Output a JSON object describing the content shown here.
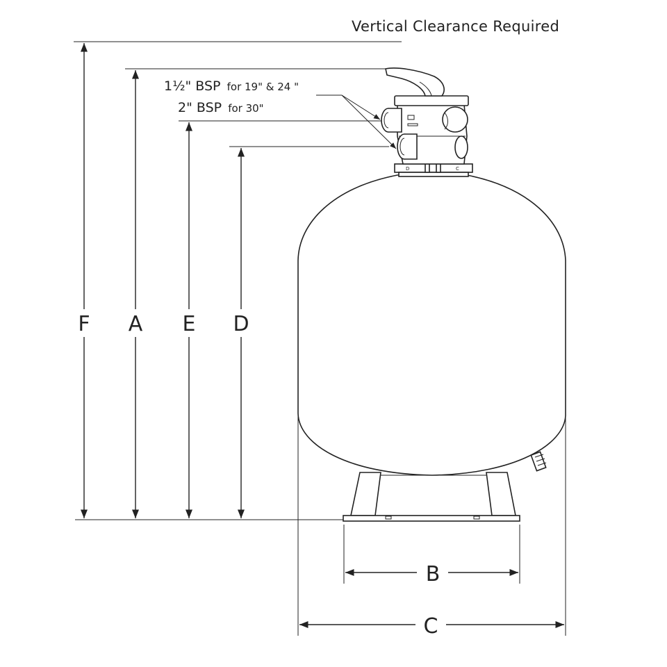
{
  "header": {
    "title": "Vertical Clearance Required"
  },
  "annotations": {
    "port_small_main": "1½\" BSP",
    "port_small_detail": "for 19\" & 24 \"",
    "port_large_main": "2\" BSP",
    "port_large_detail": "for 30\""
  },
  "dimensions": {
    "F": "F",
    "A": "A",
    "E": "E",
    "D": "D",
    "B": "B",
    "C": "C"
  },
  "valve_labels": {
    "left": "D",
    "right": "C"
  },
  "colors": {
    "line": "#222222",
    "background": "#ffffff"
  }
}
